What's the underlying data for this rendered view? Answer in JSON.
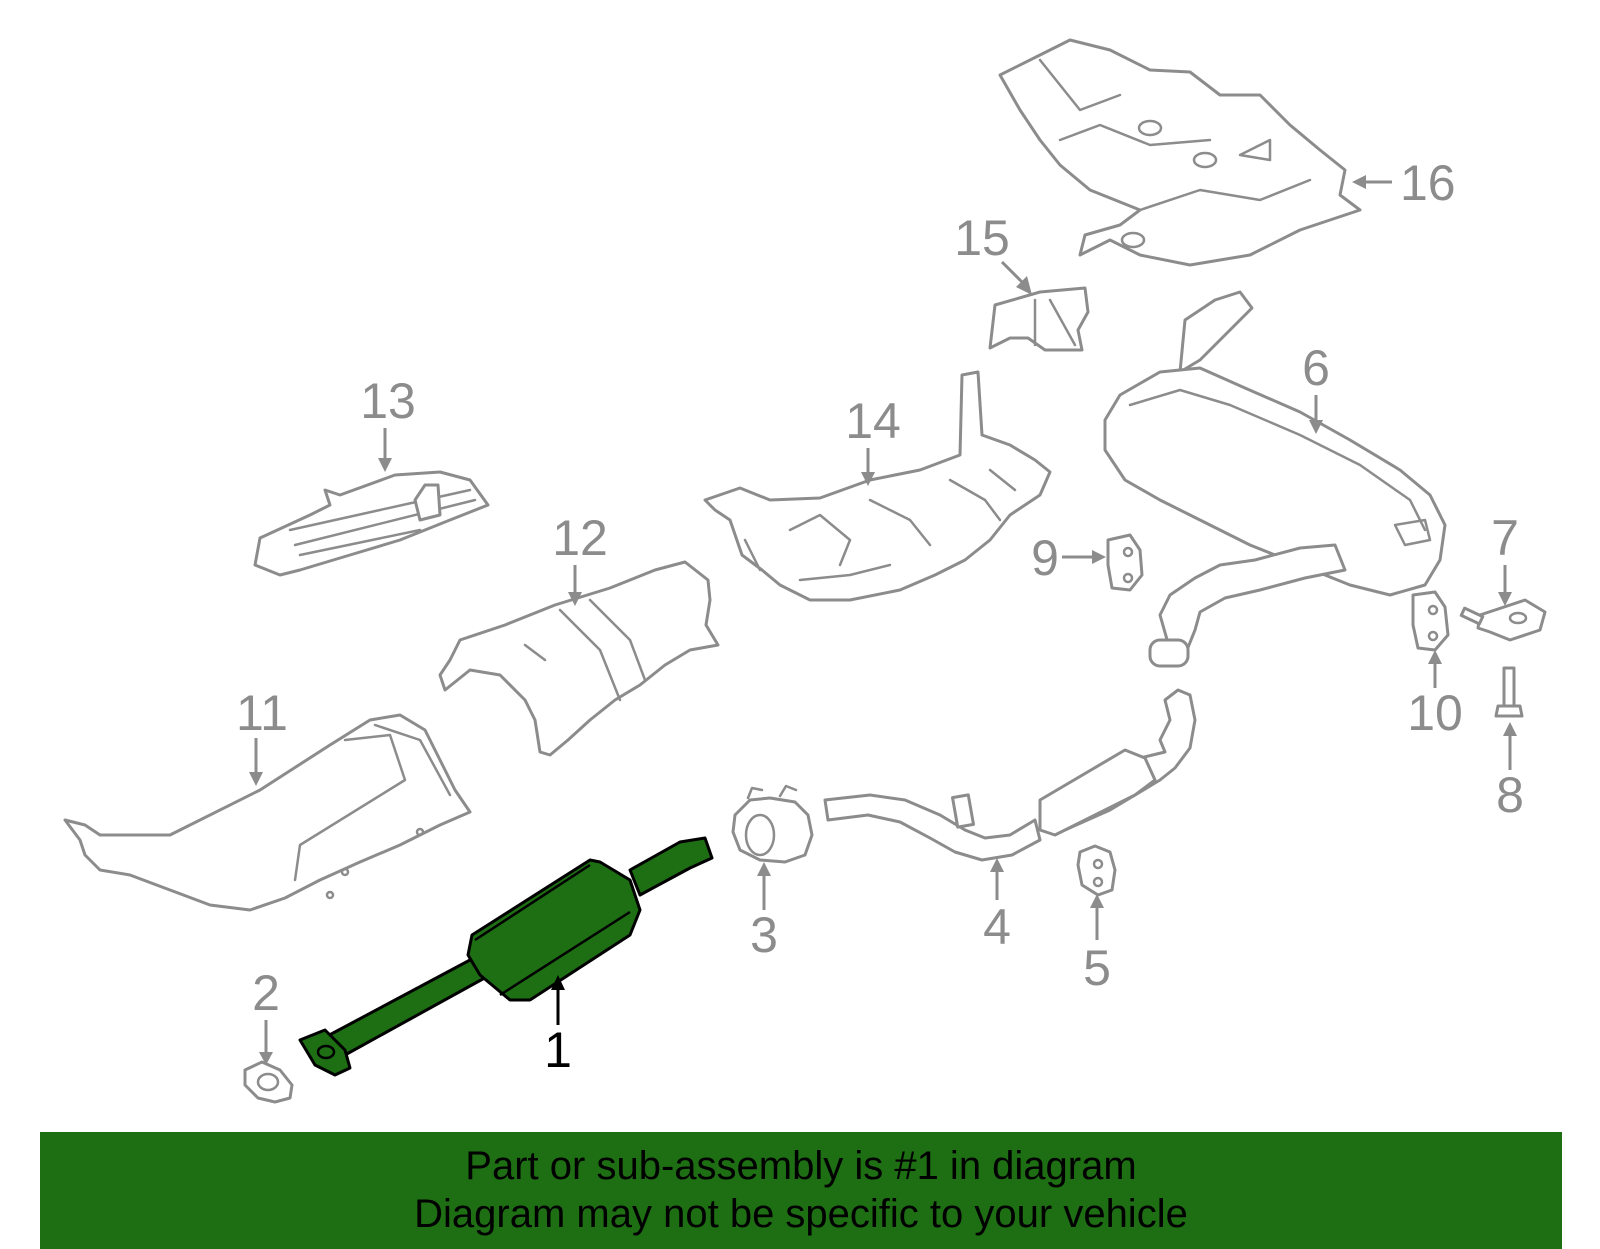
{
  "diagram": {
    "highlighted_part": "1",
    "callouts": [
      "1",
      "2",
      "3",
      "4",
      "5",
      "6",
      "7",
      "8",
      "9",
      "10",
      "11",
      "12",
      "13",
      "14",
      "15",
      "16"
    ]
  },
  "banner": {
    "line1": "Part or sub-assembly is #1 in diagram",
    "line2": "Diagram may not be specific to your vehicle"
  },
  "colors": {
    "highlight": "#1e6e14",
    "outline": "#8c8c8c",
    "banner_bg": "#1e6e14"
  }
}
